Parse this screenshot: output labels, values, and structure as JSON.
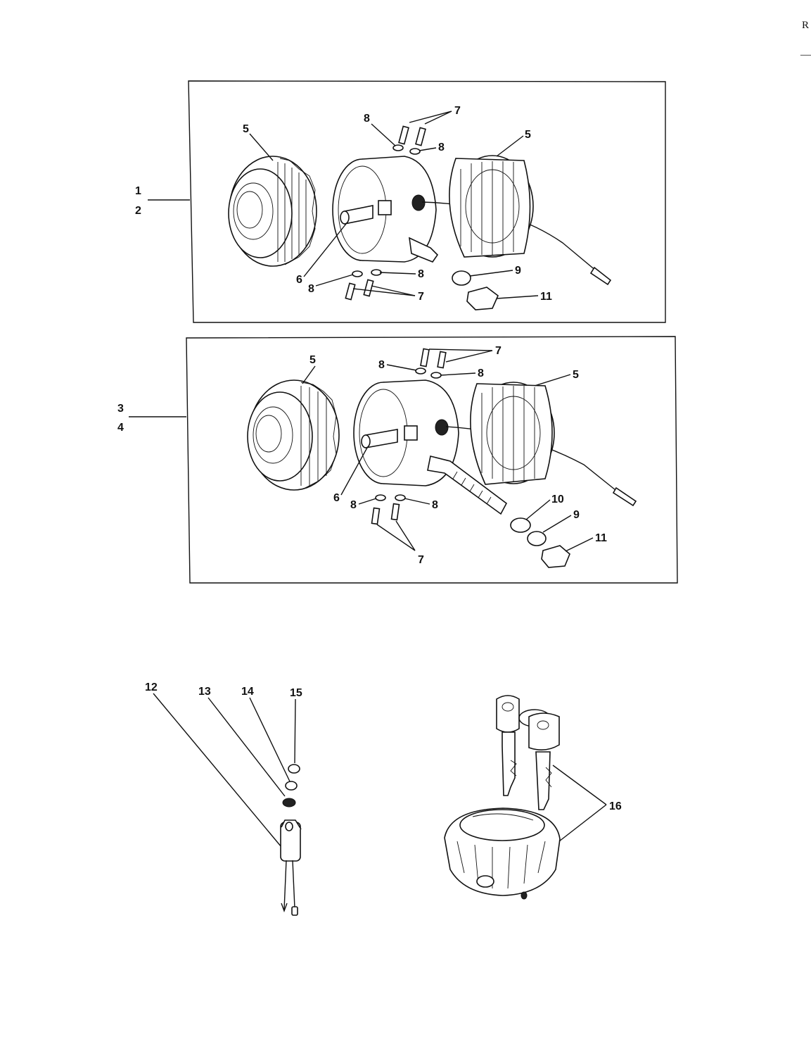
{
  "corner": {
    "letter": "R",
    "dash": "—"
  },
  "callouts": {
    "c1": "1",
    "c2": "2",
    "c3": "3",
    "c4": "4",
    "c5": "5",
    "c6": "6",
    "c7": "7",
    "c8": "8",
    "c9": "9",
    "c10": "10",
    "c11": "11",
    "c12": "12",
    "c13": "13",
    "c14": "14",
    "c15": "15",
    "c16": "16"
  },
  "colors": {
    "ink": "#111111",
    "paper": "#ffffff"
  }
}
